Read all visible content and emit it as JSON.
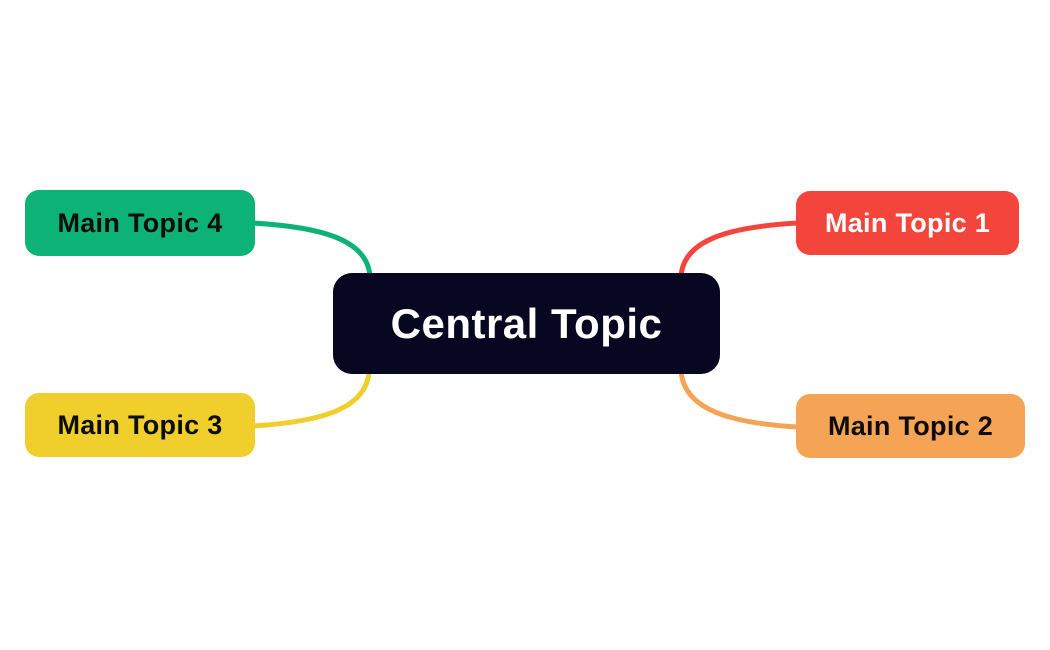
{
  "diagram": {
    "kind": "mindmap",
    "background_color": "#ffffff",
    "central": {
      "label": "Central Topic",
      "bg": "#070722",
      "text_color": "#ffffff"
    },
    "topics": [
      {
        "label": "Main Topic 1",
        "bg": "#f4453c",
        "text_color": "#ffffff",
        "position": "top-right"
      },
      {
        "label": "Main Topic 2",
        "bg": "#f5a456",
        "text_color": "#0d0d0d",
        "position": "bottom-right"
      },
      {
        "label": "Main Topic 3",
        "bg": "#f0ce2b",
        "text_color": "#0d0d0d",
        "position": "bottom-left"
      },
      {
        "label": "Main Topic 4",
        "bg": "#0db376",
        "text_color": "#0d0d0d",
        "position": "top-left"
      }
    ]
  }
}
